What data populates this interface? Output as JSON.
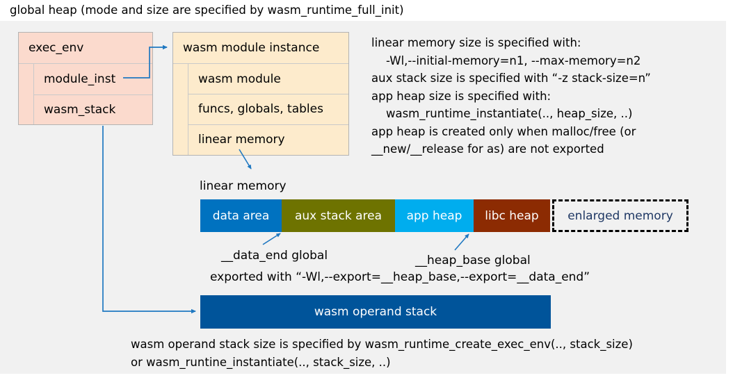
{
  "title": "global heap (mode and size are specified by wasm_runtime_full_init)",
  "colors": {
    "panel_bg": "#f1f1f1",
    "exec_env_fill": "#fbdacd",
    "module_inst_fill": "#fdebcc",
    "data_area": "#0072c0",
    "aux_stack_area": "#6e7300",
    "app_heap": "#00adee",
    "libc_heap": "#8c2b02",
    "enlarged_memory_text": "#1f3864",
    "operand_stack": "#00549a",
    "connector": "#1f78c1"
  },
  "exec_env": {
    "header": "exec_env",
    "fields": [
      "module_inst",
      "wasm_stack"
    ]
  },
  "wasm_module_instance": {
    "header": "wasm module instance",
    "fields": [
      "wasm module",
      "funcs, globals, tables",
      "linear memory"
    ]
  },
  "notes": {
    "right": "linear memory size is specified with:\n    -Wl,--initial-memory=n1, --max-memory=n2\naux stack size is specified with “-z stack-size=n”\napp heap size is specified with:\n    wasm_runtime_instantiate(.., heap_size, ..)\napp heap is created only when malloc/free (or\n__new/__release for as) are not exported",
    "bottom": "wasm operand stack size is specified by wasm_runtime_create_exec_env(.., stack_size)\nor wasm_runtine_instantiate(.., stack_size, ..)"
  },
  "linear_memory": {
    "label": "linear memory",
    "segments": [
      {
        "name": "data-area",
        "label": "data area"
      },
      {
        "name": "aux-stack-area",
        "label": "aux stack area"
      },
      {
        "name": "app-heap",
        "label": "app heap"
      },
      {
        "name": "libc-heap",
        "label": "libc heap"
      },
      {
        "name": "enlarged-memory",
        "label": "enlarged memory"
      }
    ],
    "annotations": {
      "data_end": "__data_end global",
      "heap_base": "__heap_base global",
      "exported": "exported with “-Wl,--export=__heap_base,--export=__data_end”"
    }
  },
  "operand_stack": {
    "label": "wasm operand stack"
  }
}
